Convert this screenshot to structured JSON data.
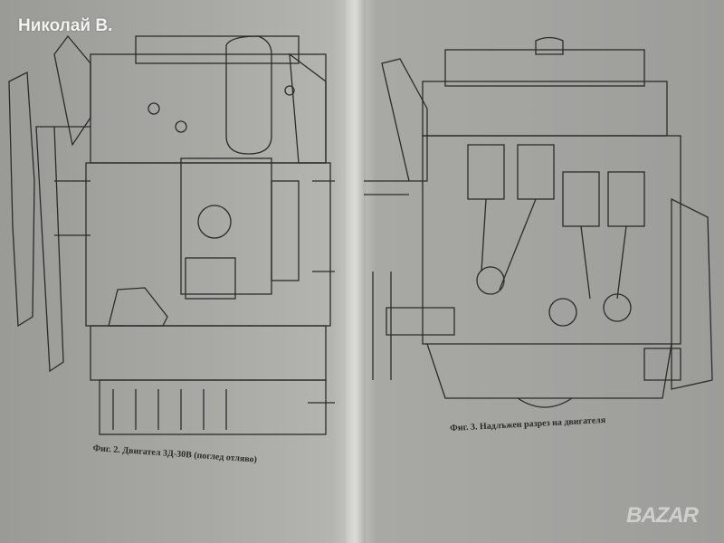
{
  "watermark": {
    "author": "Николай В."
  },
  "left_page": {
    "caption": "Фиг. 2. Двигател 3Д-30В (поглед отляво)"
  },
  "right_page": {
    "caption": "Фиг. 3. Надлъжен разрез на двигателя"
  },
  "logo": {
    "text": "BAZAR"
  }
}
